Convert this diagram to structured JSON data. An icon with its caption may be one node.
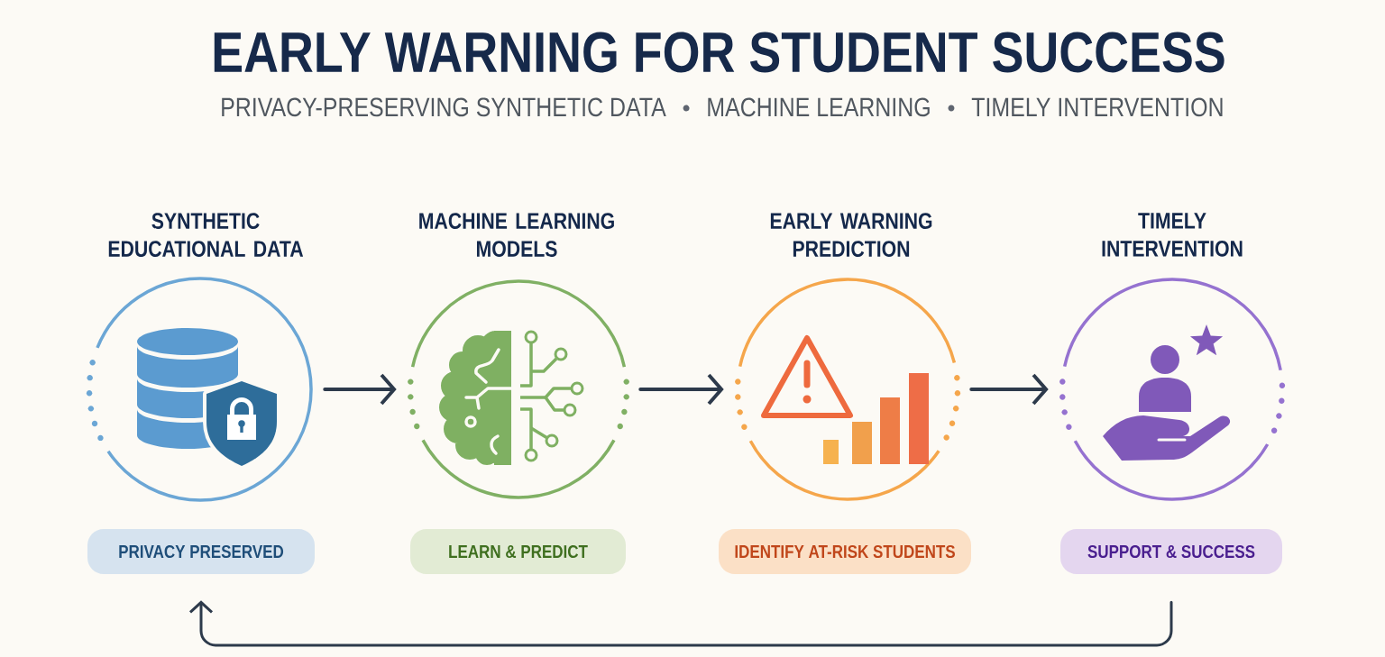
{
  "diagram": {
    "title": "EARLY WARNING FOR STUDENT SUCCESS",
    "nodes": [
      {
        "text": [
          "SYNTHETIC EDUCATIONAL DATA"
        ]
      },
      {
        "text": [
          "MACHINE LEARNING MODELS"
        ]
      },
      {
        "text": [
          "EARLY WARNING PREDICTION"
        ]
      },
      {
        "text": [
          "TIMELY INTERVENTION"
        ]
      },
      {
        "text": [
          "PRIVACY PRESERVED"
        ]
      },
      {
        "text": [
          "LEARN & PREDICT"
        ]
      },
      {
        "text": [
          "IDENTIFY AT-RISK STUDENTS"
        ]
      },
      {
        "text": [
          "SUPPORT & SUCCESS"
        ]
      }
    ],
    "edges": [
      {
        "from": 0,
        "to": 1,
        "arrow": "to"
      },
      {
        "from": 1,
        "to": 2,
        "arrow": "to"
      },
      {
        "from": 2,
        "to": 3,
        "arrow": "to"
      },
      {
        "from": 7,
        "to": 4,
        "arrow": "to"
      }
    ],
    "labels": [
      "PRIVACY-PRESERVING SYNTHETIC DATA",
      "MACHINE LEARNING",
      "TIMELY INTERVENTION"
    ]
  }
}
